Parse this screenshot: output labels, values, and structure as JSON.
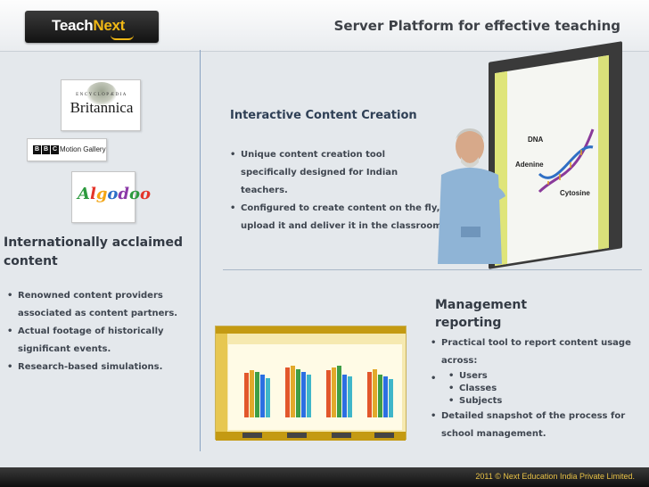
{
  "header": {
    "logo_teach": "Teach",
    "logo_next": "Next",
    "title": "Server Platform for effective teaching"
  },
  "partner_logos": {
    "britannica_small": "ENCYCLOPÆDIA",
    "britannica": "Britannica",
    "bbc_letters": [
      "B",
      "B",
      "C"
    ],
    "bbc_label": "Motion Gallery",
    "algodoo_letters": [
      "A",
      "l",
      "g",
      "o",
      "d",
      "o",
      "o"
    ],
    "algodoo_colors": [
      "#2c9a3e",
      "#e4342a",
      "#f2a516",
      "#2a6ec7",
      "#8c3aa8",
      "#2c9a3e",
      "#e4342a"
    ]
  },
  "left": {
    "heading": "Internationally acclaimed content",
    "bullets": [
      "Renowned content providers associated as content partners.",
      "Actual footage of historically significant events.",
      "Research-based simulations."
    ]
  },
  "content_creation": {
    "heading": "Interactive Content Creation",
    "bullets": [
      "Unique content creation tool specifically designed for Indian teachers.",
      "Configured to create content on the fly, upload it and deliver it in the classroom"
    ],
    "board_labels": [
      "DNA",
      "Adenine",
      "Cytosine"
    ]
  },
  "management": {
    "title": "Management reporting",
    "bullets": [
      "Practical tool to report content usage across:",
      "Detailed snapshot of the process for school management."
    ],
    "sub_bullets": [
      "Users",
      "Classes",
      "Subjects"
    ]
  },
  "report_chart": {
    "groups": 4,
    "bars_per_group": 5,
    "values": [
      [
        62,
        66,
        64,
        60,
        55
      ],
      [
        70,
        72,
        68,
        64,
        60
      ],
      [
        66,
        70,
        72,
        60,
        58
      ],
      [
        64,
        68,
        60,
        58,
        54
      ]
    ],
    "colors": [
      "#e2572b",
      "#e2a92b",
      "#3f9e46",
      "#2b6fe2",
      "#3fb6c9"
    ]
  },
  "footer": {
    "copyright": "2011 © Next Education India Private Limited."
  }
}
